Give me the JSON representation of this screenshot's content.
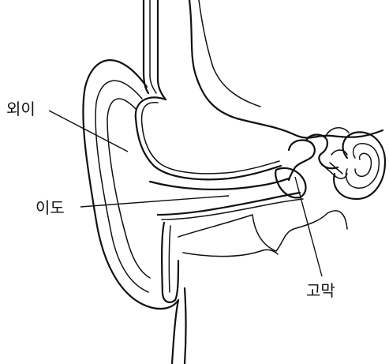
{
  "labels": {
    "outer_ear": "외이",
    "ear_canal": "이도",
    "eardrum": "고막"
  },
  "colors": {
    "ink": "#111111",
    "background": "#ffffff"
  }
}
